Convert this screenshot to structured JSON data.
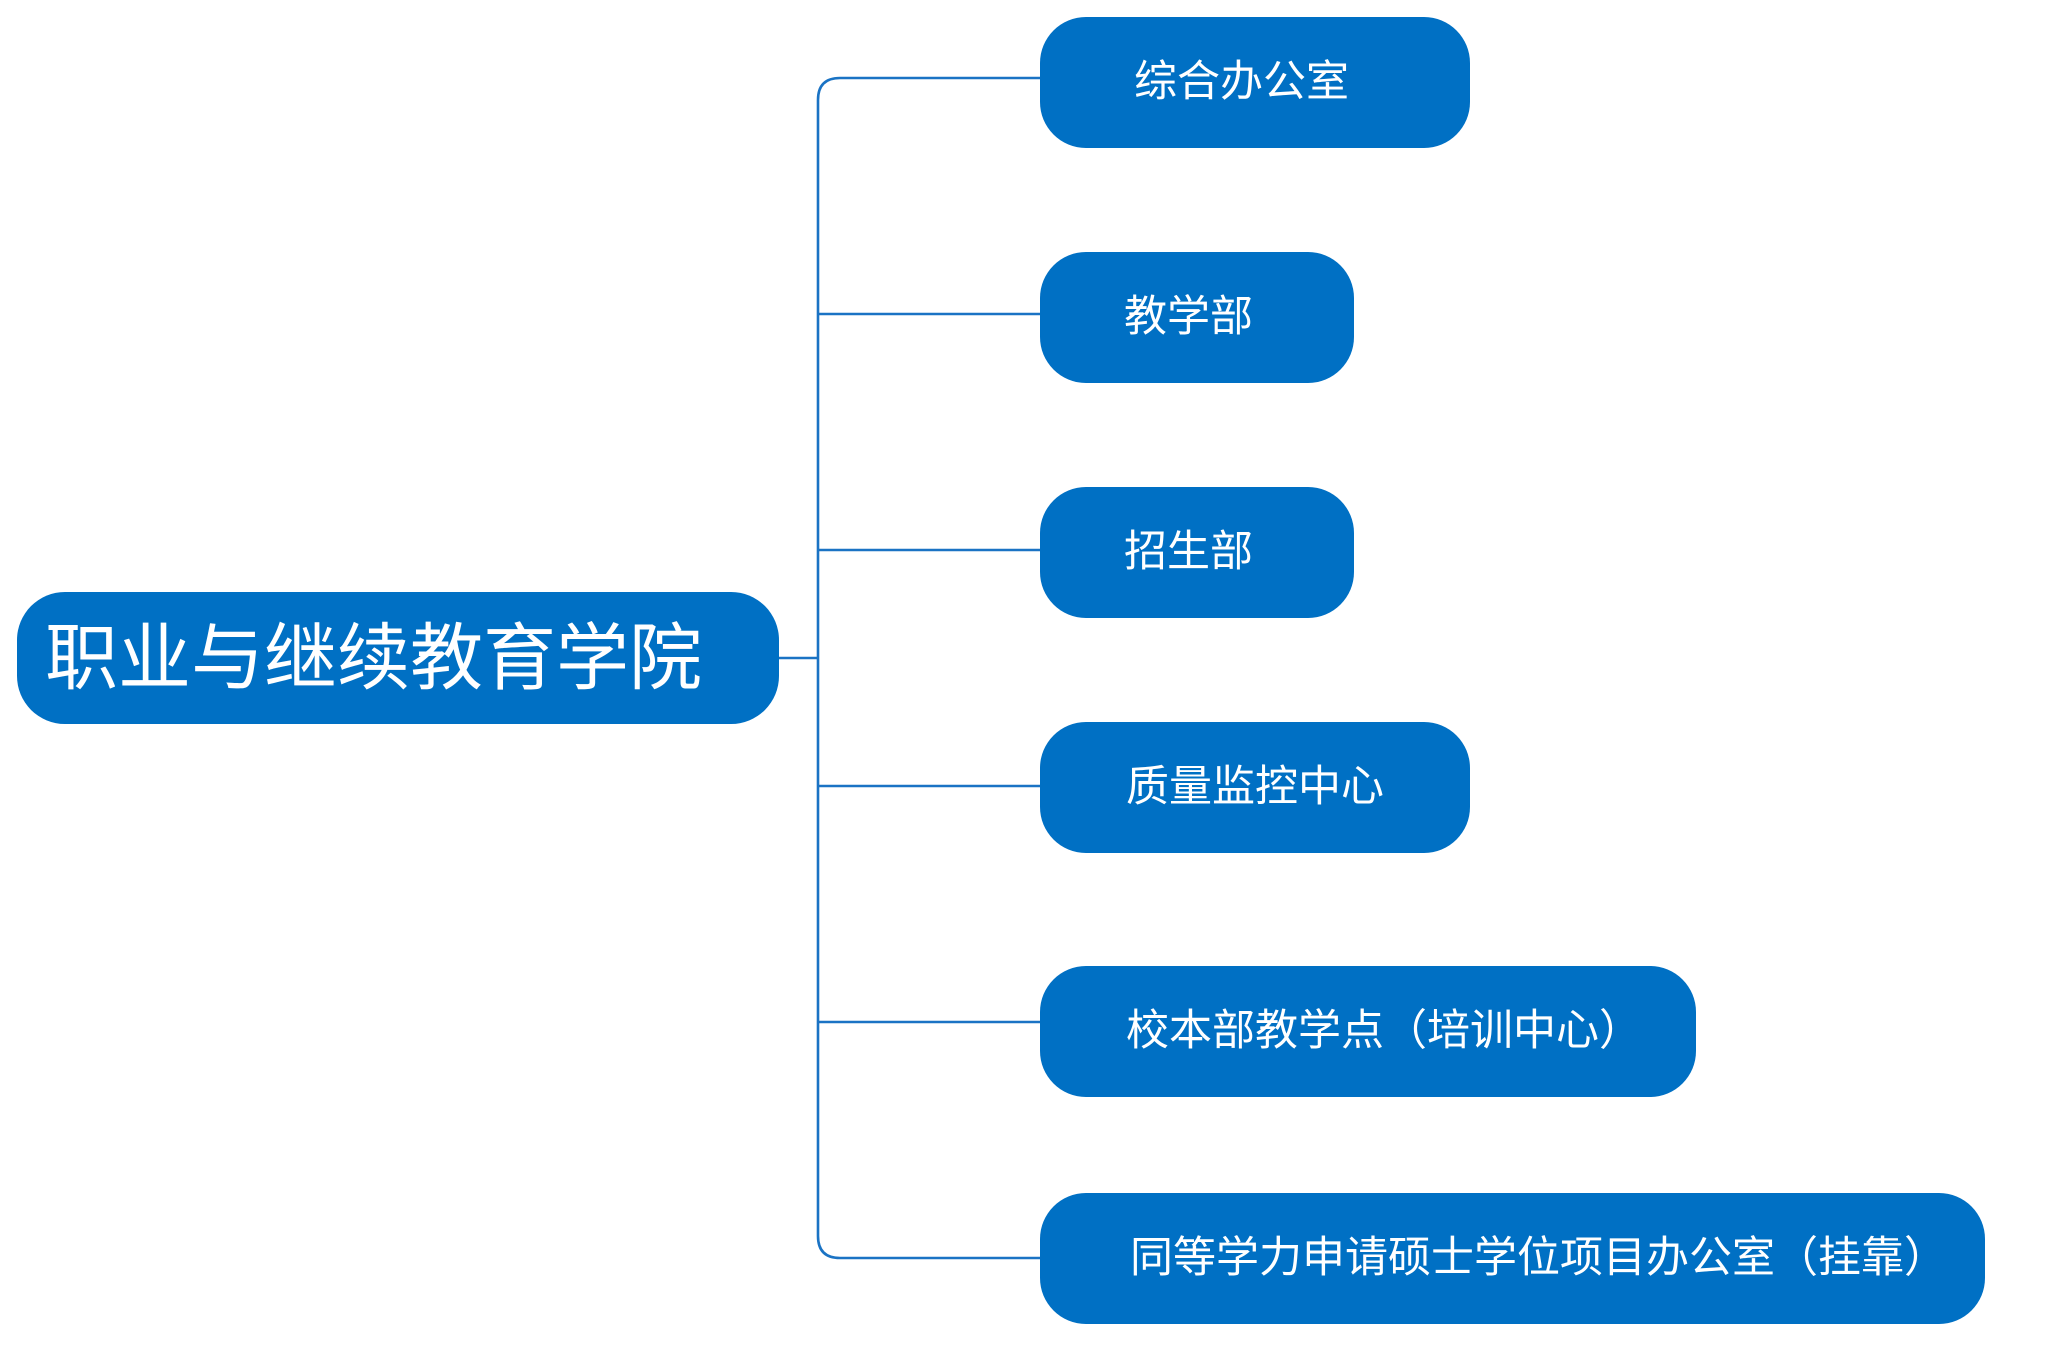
{
  "diagram": {
    "type": "org-chart",
    "root": {
      "label": "职业与继续教育学院"
    },
    "children": [
      {
        "label": "综合办公室"
      },
      {
        "label": "教学部"
      },
      {
        "label": "招生部"
      },
      {
        "label": "质量监控中心"
      },
      {
        "label": "校本部教学点（培训中心）"
      },
      {
        "label": "同等学力申请硕士学位项目办公室（挂靠）"
      }
    ],
    "colors": {
      "node_fill": "#0070c4",
      "node_text": "#ffffff",
      "connector": "#1a73c4",
      "background": "#ffffff"
    }
  }
}
